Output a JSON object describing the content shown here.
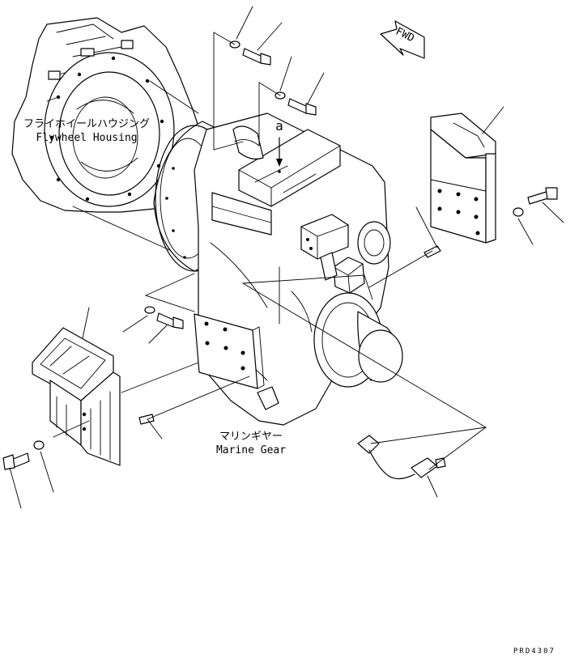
{
  "labels": {
    "flywheel_housing_jp": "フライホイールハウジング",
    "flywheel_housing_en": "Flywheel Housing",
    "marine_gear_jp": "マリンギヤー",
    "marine_gear_en": "Marine Gear",
    "detail_a": "a",
    "fwd": "FWD",
    "drawing_code": "PRD4307"
  }
}
